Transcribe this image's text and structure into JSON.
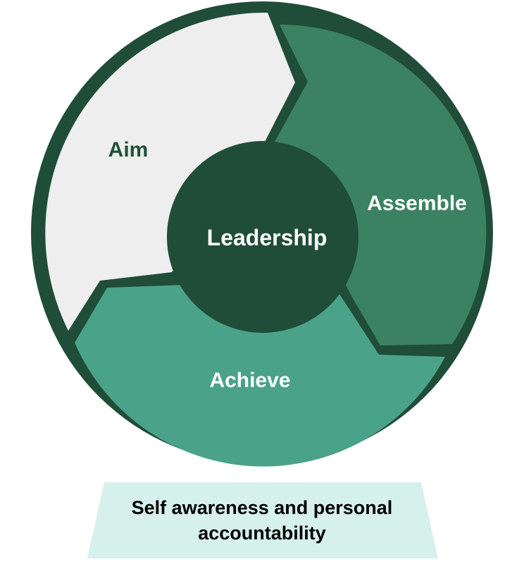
{
  "diagram": {
    "segments": [
      {
        "label": "Aim",
        "fill": "#eeeeee",
        "text_color": "#20503a"
      },
      {
        "label": "Assemble",
        "fill": "#3a8262",
        "text_color": "#ffffff"
      },
      {
        "label": "Achieve",
        "fill": "#4aa289",
        "text_color": "#ffffff"
      }
    ],
    "center": {
      "label": "Leadership",
      "fill": "#204d38",
      "text_color": "#ffffff"
    },
    "outline_color": "#204d38"
  },
  "caption": {
    "text": "Self awareness and personal accountability",
    "fill": "#d6f0ec",
    "text_color": "#000000"
  }
}
